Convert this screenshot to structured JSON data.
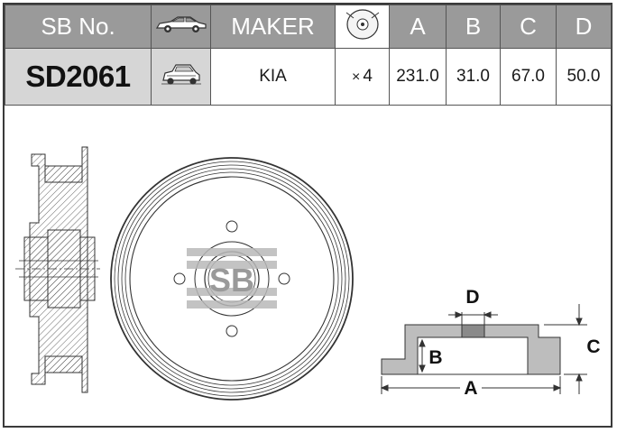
{
  "header": {
    "sb_no_label": "SB No.",
    "maker_label": "MAKER",
    "col_a": "A",
    "col_b": "B",
    "col_c": "C",
    "col_d": "D"
  },
  "row": {
    "sb_no": "SD2061",
    "maker": "KIA",
    "bolt_symbol": "×",
    "bolt_count": "4",
    "a": "231.0",
    "b": "31.0",
    "c": "67.0",
    "d": "50.0"
  },
  "drawing": {
    "logo_text": "SB",
    "dim_d": "D",
    "dim_c": "C",
    "dim_b": "B",
    "dim_a": "A"
  },
  "icons": [
    "car-side-icon",
    "car-rear-icon",
    "brake-disc-icon"
  ]
}
